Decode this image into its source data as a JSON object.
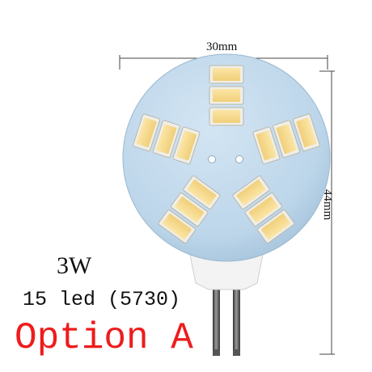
{
  "product": {
    "width_dimension": "30mm",
    "height_dimension": "44mm",
    "power": "3W",
    "led_spec": "15 led (5730)",
    "option": "Option A"
  },
  "colors": {
    "board": "#bcd6ea",
    "led_yellow": "#f6d98e",
    "led_frame": "#efefea",
    "pin_metal": "#5a5a5a",
    "base_white": "#f2f2f2",
    "option_text": "#ee1c1c"
  }
}
